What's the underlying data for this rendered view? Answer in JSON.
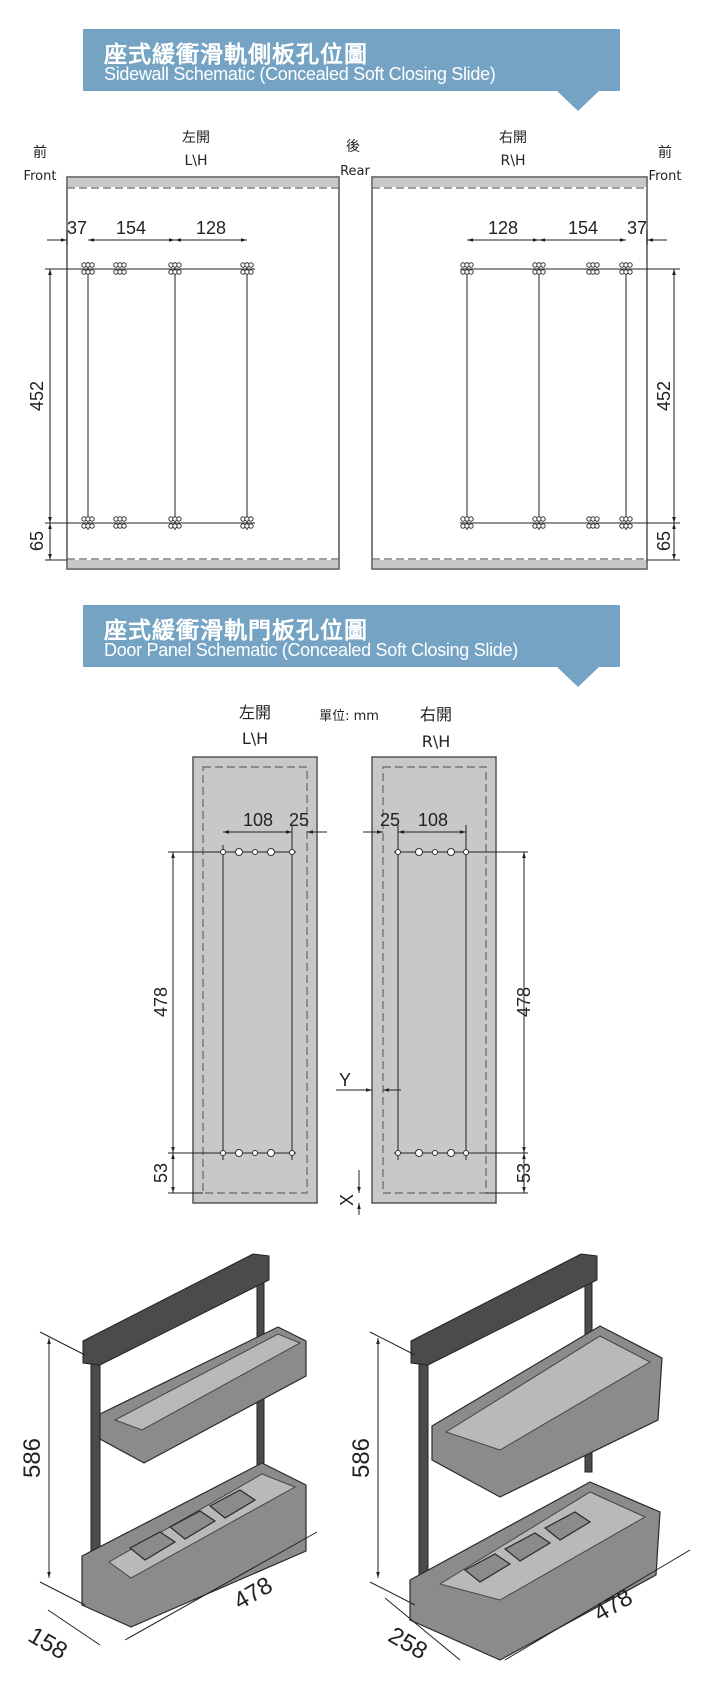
{
  "sidewall": {
    "title_zh": "座式緩衝滑軌側板孔位圖",
    "title_en": "Sidewall  Schematic (Concealed Soft Closing Slide)",
    "left_zh": "左開",
    "left_en": "L\\H",
    "right_zh": "右開",
    "right_en": "R\\H",
    "front_zh": "前",
    "front_en": "Front",
    "rear_zh": "後",
    "rear_en": "Rear",
    "dims": {
      "a": "37",
      "b": "154",
      "c": "128",
      "v1": "452",
      "v2": "65"
    }
  },
  "door": {
    "title_zh": "座式緩衝滑軌門板孔位圖",
    "title_en": "Door Panel Schematic (Concealed Soft Closing Slide)",
    "unit": "單位: mm",
    "left_zh": "左開",
    "left_en": "L\\H",
    "right_zh": "右開",
    "right_en": "R\\H",
    "dims": {
      "w": "108",
      "e": "25",
      "v1": "478",
      "v2": "53",
      "y": "Y",
      "x": "X"
    }
  },
  "products": {
    "left": {
      "height": "586",
      "length": "478",
      "depth": "158"
    },
    "right": {
      "height": "586",
      "length": "478",
      "depth": "258"
    }
  },
  "colors": {
    "banner": "#74a3c3",
    "panel_strip": "#c8c8c8",
    "metal": "#4b4b4b"
  }
}
